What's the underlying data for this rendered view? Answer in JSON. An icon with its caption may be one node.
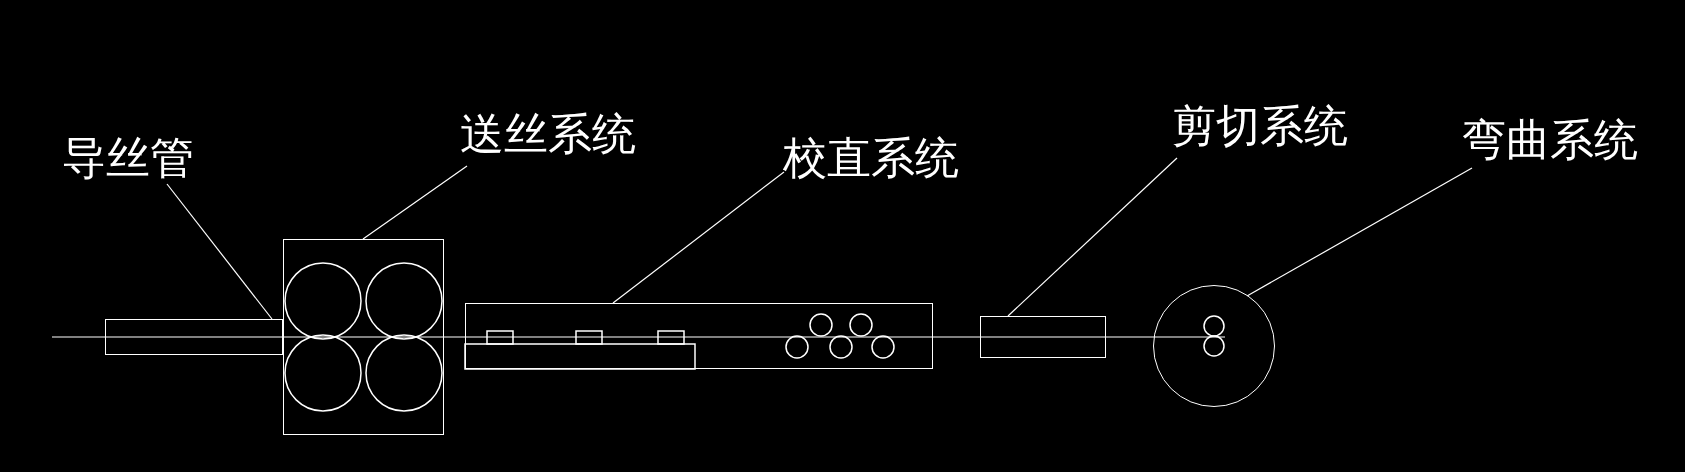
{
  "diagram": {
    "nodes": [
      {
        "text": [
          "导丝管"
        ]
      },
      {
        "text": [
          "送丝系统"
        ]
      },
      {
        "text": [
          "校直系统"
        ]
      },
      {
        "text": [
          "剪切系统"
        ]
      },
      {
        "text": [
          "弯曲系统"
        ]
      },
      {
        "text": [],
        "shape": "box"
      },
      {
        "text": [],
        "shape": "box"
      },
      {
        "text": [],
        "shape": "box"
      },
      {
        "text": [],
        "shape": "box"
      },
      {
        "text": [],
        "shape": "circle"
      }
    ],
    "edges": [
      {
        "from": 0,
        "to": 5,
        "arrow": "none"
      },
      {
        "from": 1,
        "to": 6,
        "arrow": "none"
      },
      {
        "from": 2,
        "to": 7,
        "arrow": "none"
      },
      {
        "from": 3,
        "to": 8,
        "arrow": "none"
      },
      {
        "from": 4,
        "to": 9,
        "arrow": "none"
      }
    ]
  }
}
